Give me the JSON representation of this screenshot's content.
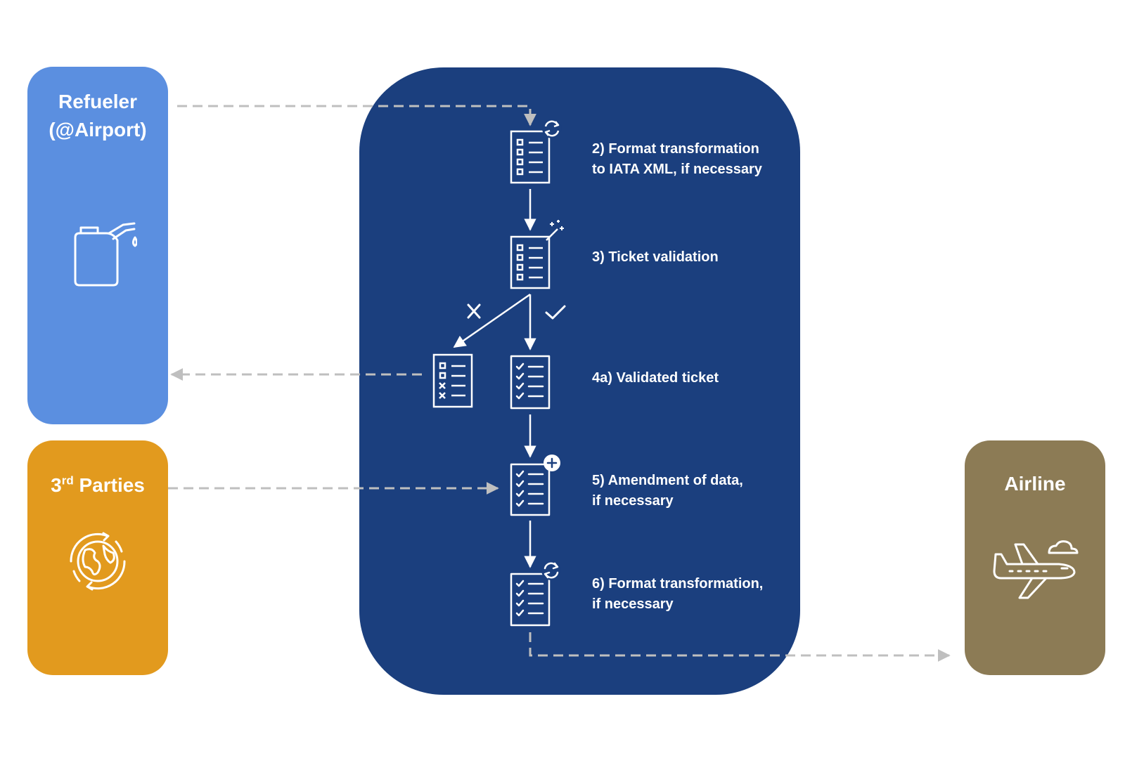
{
  "colors": {
    "refueler": "#5B8FE0",
    "third_parties": "#E29A1E",
    "airline": "#8C7B55",
    "process_panel": "#1B3F7E",
    "connector": "#BFBFBF",
    "icon": "#FFFFFF"
  },
  "actors": {
    "refueler": {
      "title": "Refueler\n(@Airport)",
      "icon": "fuel-can-icon"
    },
    "third_parties": {
      "title_main": "3",
      "title_sup": "rd",
      "title_rest": " Parties",
      "icon": "globe-icon"
    },
    "airline": {
      "title": "Airline",
      "icon": "airplane-icon"
    }
  },
  "steps": {
    "step2": {
      "label": "2) Format transformation\nto IATA XML, if necessary",
      "icon": "format-transform-icon"
    },
    "step3": {
      "label": "3) Ticket validation",
      "icon": "validation-wand-icon"
    },
    "step4a": {
      "label": "4a) Validated ticket",
      "icon": "checked-list-icon"
    },
    "step4b": {
      "icon": "rejected-list-icon"
    },
    "step5": {
      "label": "5) Amendment of data,\nif necessary",
      "icon": "add-data-icon"
    },
    "step6": {
      "label": "6) Format transformation,\nif necessary",
      "icon": "format-transform-icon"
    }
  },
  "decision": {
    "rejected_icon": "cross-icon",
    "accepted_icon": "check-icon"
  }
}
